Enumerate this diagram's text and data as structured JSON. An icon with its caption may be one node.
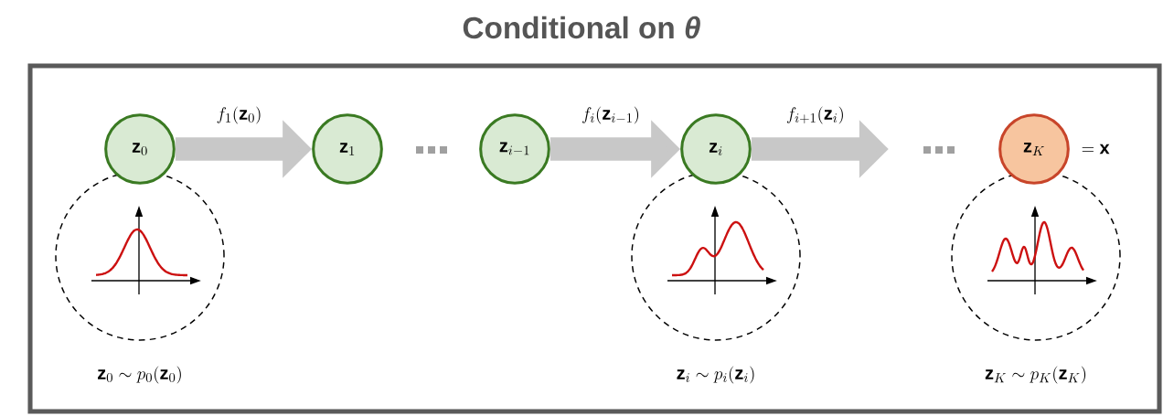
{
  "diagram": {
    "title": "Conditional on *θ*",
    "nodes": [
      {
        "text": [
          "\\mathbf{z}_0"
        ]
      },
      {
        "text": [
          "\\mathbf{z}_1"
        ]
      },
      {
        "text": [
          "\\mathbf{z}_{i-1}"
        ]
      },
      {
        "text": [
          "\\mathbf{z}_i"
        ]
      },
      {
        "text": [
          "\\mathbf{z}_K"
        ],
        "beside": [
          "= \\mathbf{x}"
        ]
      },
      {
        "text": [],
        "shape": "circle",
        "beside": [
          "\\mathbf{z}_0 \\sim p_0(\\mathbf{z}_0)"
        ]
      },
      {
        "text": [],
        "shape": "circle",
        "beside": [
          "\\mathbf{z}_i \\sim p_i(\\mathbf{z}_i)"
        ]
      },
      {
        "text": [],
        "shape": "circle",
        "beside": [
          "\\mathbf{z}_K \\sim p_K(\\mathbf{z}_K)"
        ]
      }
    ],
    "edges": [
      {
        "from": 0,
        "to": 1,
        "arrow": "to",
        "label": "f_1(\\mathbf{z}_0)"
      },
      {
        "from": 2,
        "to": 3,
        "arrow": "to",
        "label": "f_i(\\mathbf{z}_{i-1})"
      },
      {
        "from": 3,
        "to": null,
        "arrow": "to",
        "label": "f_{i+1}(\\mathbf{z}_i)"
      }
    ]
  }
}
